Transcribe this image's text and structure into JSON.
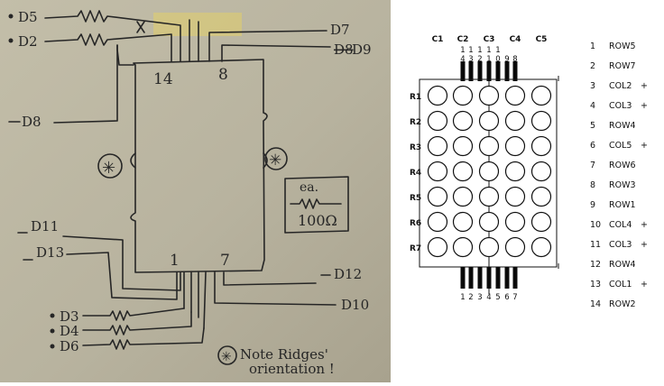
{
  "sketch": {
    "left_pins_top": [
      "D5",
      "D2"
    ],
    "top_right_pins": [
      "D7",
      "D9"
    ],
    "top_right_strike": "D8",
    "left_pin_mid": "D8",
    "left_pins_bottom": [
      "D11",
      "D13"
    ],
    "right_pins_bottom": [
      "D12",
      "D10"
    ],
    "resistor_pins": [
      "D3",
      "D4",
      "D6"
    ],
    "pin_top_left": "14",
    "pin_top_right": "8",
    "pin_bottom_left": "1",
    "pin_bottom_right": "7",
    "legend_ea": "ea.",
    "legend_value": "100Ω",
    "note_line1": "Note Ridges'",
    "note_line2": "orientation !",
    "note_symbol": "✳"
  },
  "matrix": {
    "col_labels": [
      "C1",
      "C2",
      "C3",
      "C4",
      "C5"
    ],
    "row_labels": [
      "R1",
      "R2",
      "R3",
      "R4",
      "R5",
      "R6",
      "R7"
    ],
    "top_pin_digits": [
      [
        "1",
        "4"
      ],
      [
        "1",
        "3"
      ],
      [
        "1",
        "2"
      ],
      [
        "1",
        "1"
      ],
      [
        "1",
        "0"
      ],
      [
        "",
        "9"
      ],
      [
        "",
        "8"
      ]
    ],
    "bottom_pin_digits": [
      "1",
      "2",
      "3",
      "4",
      "5",
      "6",
      "7"
    ],
    "columns": 5,
    "rows": 7
  },
  "pin_map": [
    {
      "num": "1",
      "name": "ROW5",
      "sign": ""
    },
    {
      "num": "2",
      "name": "ROW7",
      "sign": ""
    },
    {
      "num": "3",
      "name": "COL2",
      "sign": "+"
    },
    {
      "num": "4",
      "name": "COL3",
      "sign": "+"
    },
    {
      "num": "5",
      "name": "ROW4",
      "sign": ""
    },
    {
      "num": "6",
      "name": "COL5",
      "sign": "+"
    },
    {
      "num": "7",
      "name": "ROW6",
      "sign": ""
    },
    {
      "num": "8",
      "name": "ROW3",
      "sign": ""
    },
    {
      "num": "9",
      "name": "ROW1",
      "sign": ""
    },
    {
      "num": "10",
      "name": "COL4",
      "sign": "+"
    },
    {
      "num": "11",
      "name": "COL3",
      "sign": "+"
    },
    {
      "num": "12",
      "name": "ROW4",
      "sign": ""
    },
    {
      "num": "13",
      "name": "COL1",
      "sign": "+"
    },
    {
      "num": "14",
      "name": "ROW2",
      "sign": ""
    }
  ],
  "colors": {
    "paper": "#b9b4a1",
    "ink": "#262626",
    "highlight": "#e2cf6a"
  }
}
